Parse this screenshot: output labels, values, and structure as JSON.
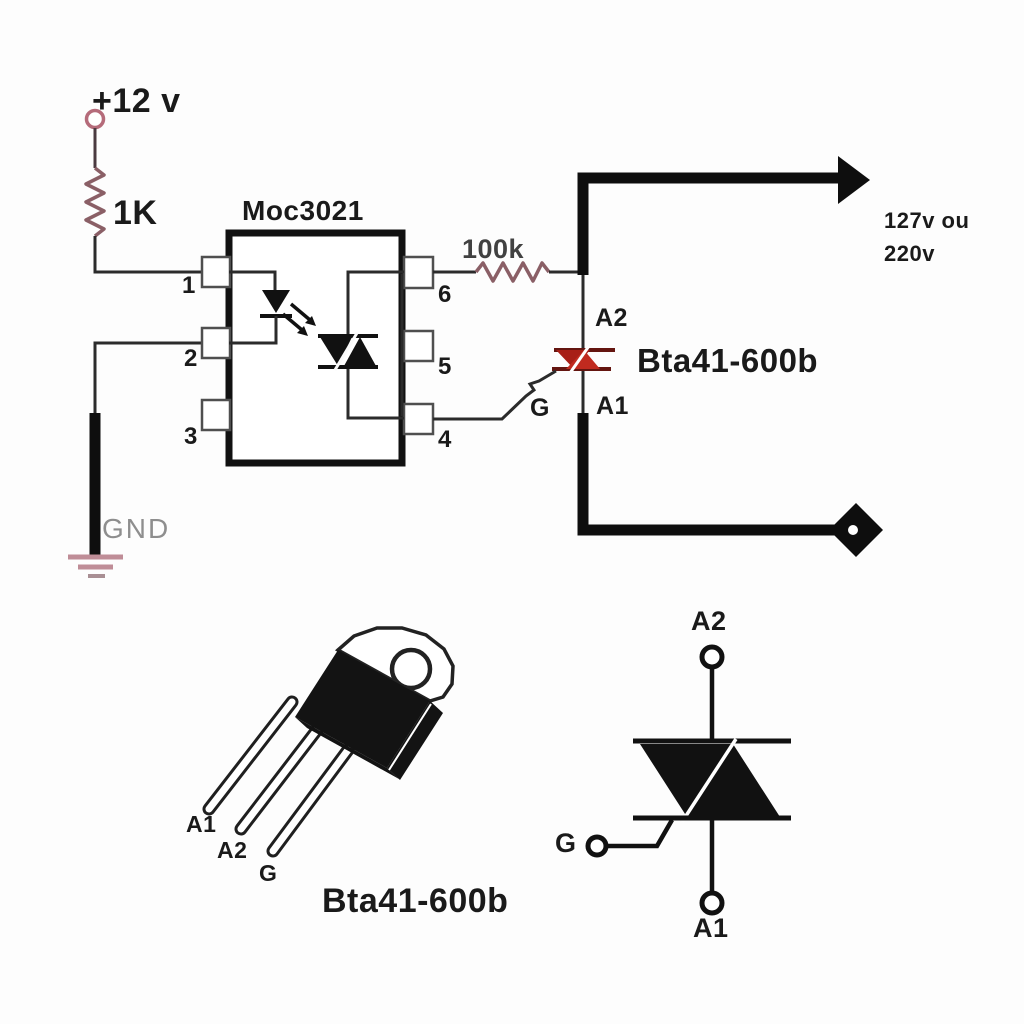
{
  "schematic": {
    "supply": {
      "label": "+12 v"
    },
    "resistor_input": {
      "label": "1K"
    },
    "optocoupler": {
      "name": "Moc3021",
      "pins": {
        "p1": "1",
        "p2": "2",
        "p3": "3",
        "p4": "4",
        "p5": "5",
        "p6": "6"
      }
    },
    "resistor_gate": {
      "label": "100k"
    },
    "triac": {
      "part": "Bta41-600b",
      "a2": "A2",
      "a1": "A1",
      "gate": "G"
    },
    "load_output": {
      "line1": "127v ou",
      "line2": "220v"
    },
    "ground": {
      "label": "GND"
    }
  },
  "package_view": {
    "lead_a1": "A1",
    "lead_a2": "A2",
    "lead_g": "G",
    "caption": "Bta41-600b"
  },
  "symbol_view": {
    "a2": "A2",
    "g": "G",
    "a1": "A1"
  },
  "colors": {
    "triac_red_dark": "#a81f17",
    "triac_red_bright": "#c02a1f",
    "resistor_pink": "#8a5f66",
    "terminal_pink": "#b56b7a",
    "ground_pink": "#bf8d97",
    "wire_thin": "#2b2b2b",
    "wire_thick": "#0e0e0e",
    "text_gray": "#8e8e8e"
  }
}
